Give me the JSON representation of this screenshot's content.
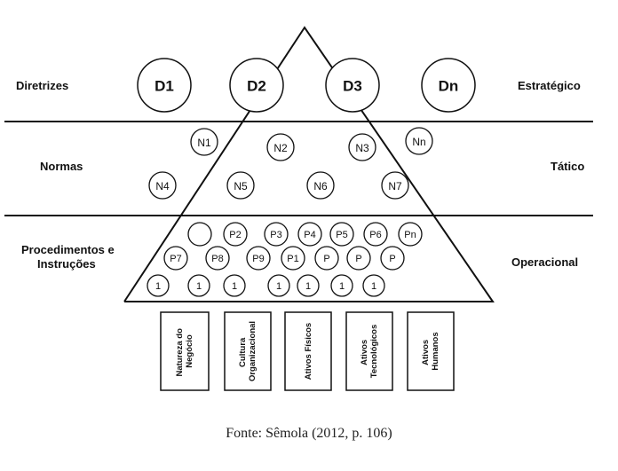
{
  "levels": {
    "left": [
      "Diretrizes",
      "Normas",
      "Procedimentos e",
      "Instruções"
    ],
    "right": [
      "Estratégico",
      "Tático",
      "Operacional"
    ]
  },
  "directives": [
    "D1",
    "D2",
    "D3",
    "Dn"
  ],
  "norms": [
    "N1",
    "N2",
    "N3",
    "Nn",
    "N4",
    "N5",
    "N6",
    "N7"
  ],
  "procedures": {
    "row1": [
      "",
      "P2",
      "P3",
      "P4",
      "P5",
      "P6",
      "Pn"
    ],
    "row2": [
      "P7",
      "P8",
      "P9",
      "P1",
      "P",
      "P",
      "P"
    ],
    "row3": [
      "1",
      "1",
      "1",
      "1",
      "1",
      "1",
      "1"
    ]
  },
  "assets": [
    [
      "Natureza do",
      "Negócio"
    ],
    [
      "Cultura",
      "Organizacional"
    ],
    [
      "Ativos Físicos"
    ],
    [
      "Ativos",
      "Tecnológicos"
    ],
    [
      "Ativos",
      "Humanos"
    ]
  ],
  "caption": "Fonte: Sêmola (2012, p. 106)"
}
